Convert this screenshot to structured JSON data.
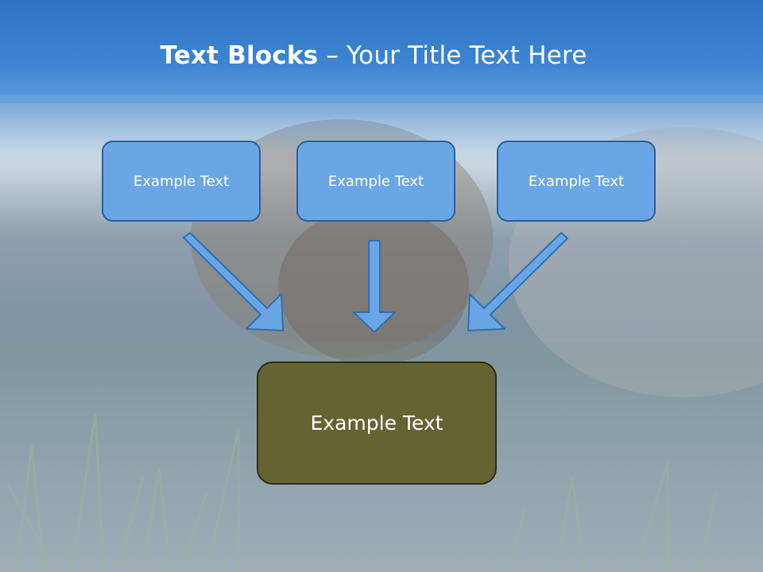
{
  "title": {
    "bold": "Text Blocks",
    "rest": " – Your Title Text Here"
  },
  "blocks": [
    {
      "label": "Example Text"
    },
    {
      "label": "Example Text"
    },
    {
      "label": "Example Text"
    }
  ],
  "main_block": {
    "label": "Example Text"
  },
  "colors": {
    "header": "#3c84d2",
    "small_box_fill": "#6aa6e6",
    "small_box_border": "#2a5f9a",
    "main_box_fill": "#646432",
    "arrow": "#6aa6e6"
  }
}
